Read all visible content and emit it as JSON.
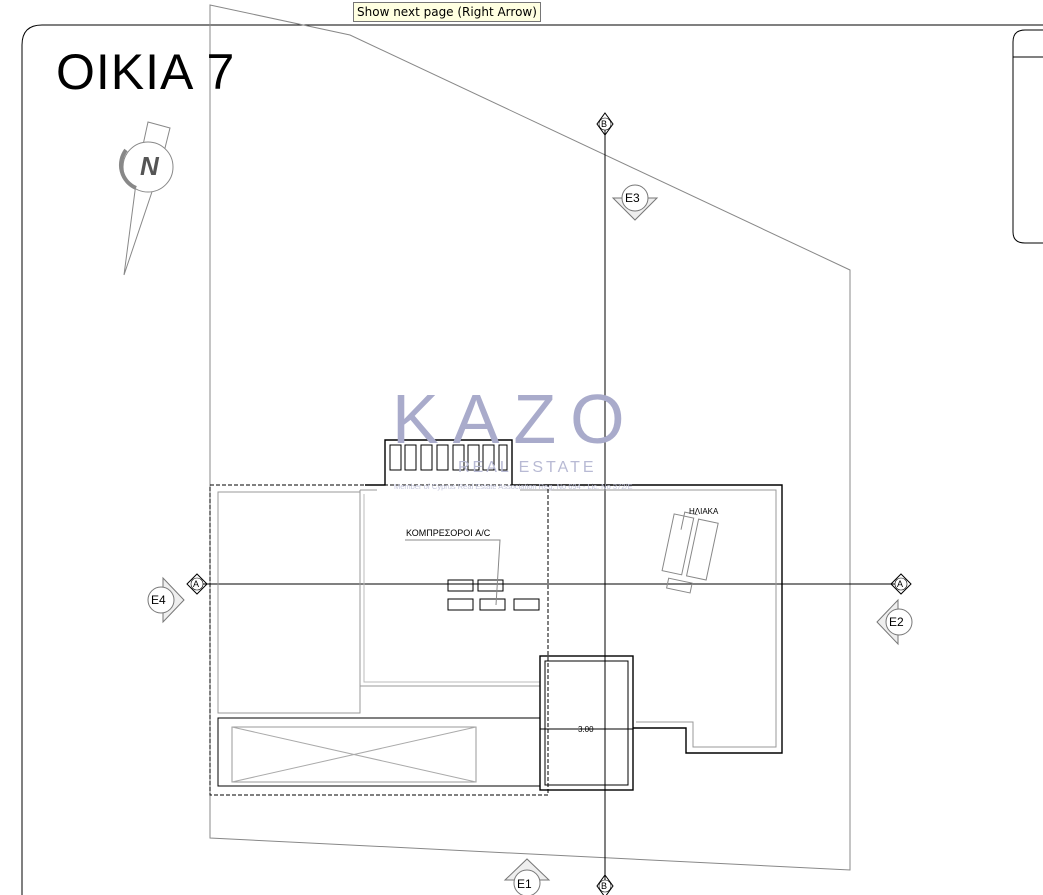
{
  "tooltip": "Show next page (Right Arrow)",
  "drawing": {
    "title": "ΟΙΚΙΑ 7",
    "north_label": "N",
    "compressors_label": "ΚΟΜΠΡΕΣΟΡΟΙ A/C",
    "solar_label": "ΗΛΙΑΚΑ",
    "dimension": "3.00",
    "section_a": "A",
    "section_b": "B",
    "elevations": {
      "e1": "E1",
      "e2": "E2",
      "e3": "E3",
      "e4": "E4"
    }
  },
  "watermark": {
    "brand": "KAZO",
    "sub": "REAL ESTATE",
    "member": "Member of Cyprus Real Estate Association   Reg. No 694 - Lic. No 372/E"
  }
}
